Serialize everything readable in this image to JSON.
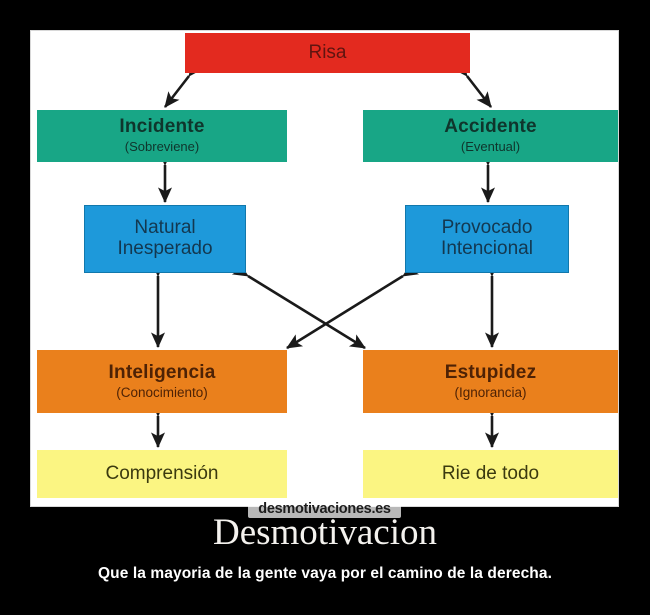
{
  "poster": {
    "title": "Desmotivacion",
    "subtitle": "Que la mayoria de la gente vaya por el camino de la derecha.",
    "watermark": "desmotivaciones.es",
    "background_color": "#000000",
    "frame_color": "#ffffff"
  },
  "diagram": {
    "type": "flowchart",
    "nodes": [
      {
        "id": "risa",
        "main": "Risa",
        "sub": "",
        "color": "#e02b20",
        "level": 0,
        "side": "center"
      },
      {
        "id": "incidente",
        "main": "Incidente",
        "sub": "(Sobreviene)",
        "color": "#1aa586",
        "level": 1,
        "side": "left"
      },
      {
        "id": "accidente",
        "main": "Accidente",
        "sub": "(Eventual)",
        "color": "#1aa586",
        "level": 1,
        "side": "right"
      },
      {
        "id": "natural",
        "main": "Natural",
        "sub": "Inesperado",
        "color": "#2099d8",
        "level": 2,
        "side": "left"
      },
      {
        "id": "provocado",
        "main": "Provocado",
        "sub": "Intencional",
        "color": "#2099d8",
        "level": 2,
        "side": "right"
      },
      {
        "id": "inteligencia",
        "main": "Inteligencia",
        "sub": "(Conocimiento)",
        "color": "#e8801e",
        "level": 3,
        "side": "left"
      },
      {
        "id": "estupidez",
        "main": "Estupidez",
        "sub": "(Ignorancia)",
        "color": "#e8801e",
        "level": 3,
        "side": "right"
      },
      {
        "id": "comprension",
        "main": "Comprensión",
        "sub": "",
        "color": "#fbf584",
        "level": 4,
        "side": "left"
      },
      {
        "id": "rie_de_todo",
        "main": "Rie de todo",
        "sub": "",
        "color": "#fbf584",
        "level": 4,
        "side": "right"
      }
    ],
    "connections": [
      {
        "from": "risa",
        "to": "incidente",
        "style": "double-arrow"
      },
      {
        "from": "risa",
        "to": "accidente",
        "style": "double-arrow"
      },
      {
        "from": "incidente",
        "to": "natural",
        "style": "double-arrow"
      },
      {
        "from": "accidente",
        "to": "provocado",
        "style": "double-arrow"
      },
      {
        "from": "natural",
        "to": "inteligencia",
        "style": "double-arrow"
      },
      {
        "from": "provocado",
        "to": "estupidez",
        "style": "double-arrow"
      },
      {
        "from": "natural",
        "to": "estupidez",
        "style": "double-arrow"
      },
      {
        "from": "provocado",
        "to": "inteligencia",
        "style": "double-arrow"
      },
      {
        "from": "inteligencia",
        "to": "comprension",
        "style": "double-arrow"
      },
      {
        "from": "estupidez",
        "to": "rie_de_todo",
        "style": "double-arrow"
      }
    ]
  }
}
